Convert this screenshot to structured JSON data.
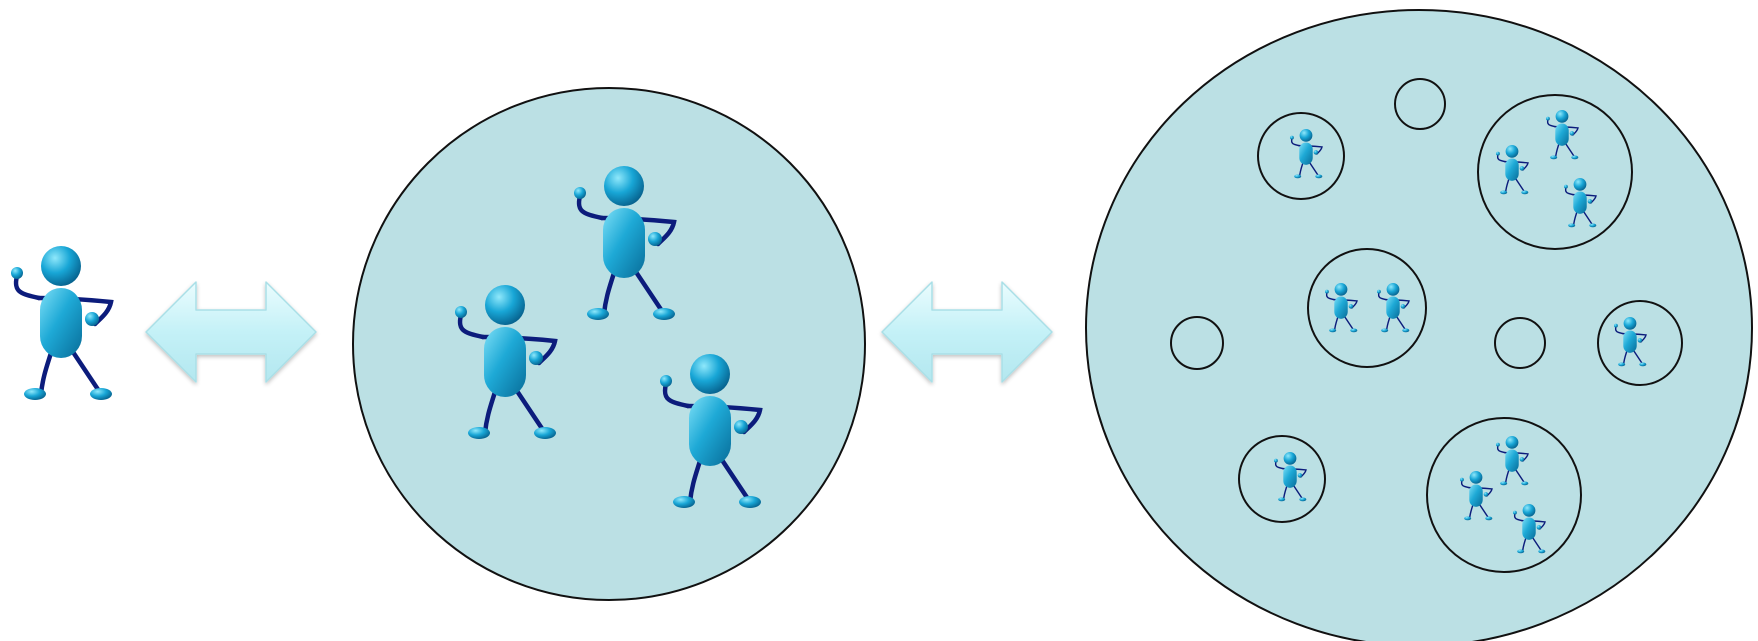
{
  "diagram": {
    "colors": {
      "circle_fill": "#bbe0e4",
      "circle_stroke": "#111111",
      "arrow_fill_light": "#e6fbfd",
      "arrow_fill_mid": "#c2f0f6",
      "arrow_stroke": "#a8dde5",
      "figure_body_light": "#5fd3f0",
      "figure_body_dark": "#0a7fab",
      "figure_limb": "#0c1c7c"
    },
    "icons": [
      "person-icon",
      "double-arrow-icon",
      "circle-group"
    ],
    "groups": {
      "single_person": {
        "people": 1
      },
      "group": {
        "people": 3
      },
      "society": {
        "subgroups": [
          {
            "people": 1
          },
          {
            "people": 0
          },
          {
            "people": 3
          },
          {
            "people": 2
          },
          {
            "people": 0
          },
          {
            "people": 0
          },
          {
            "people": 1
          },
          {
            "people": 1
          },
          {
            "people": 3
          }
        ]
      }
    }
  }
}
